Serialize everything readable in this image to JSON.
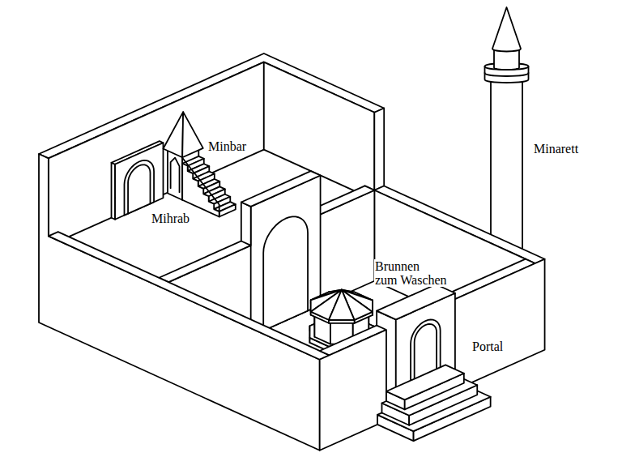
{
  "diagram": {
    "labels": [
      "Minbar",
      "Minarett",
      "Mihrab",
      "Brunnen zum Waschen",
      "Portal"
    ]
  }
}
